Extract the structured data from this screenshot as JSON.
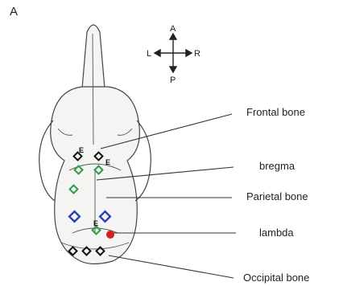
{
  "panel_label": "A",
  "orientation": {
    "anterior": "A",
    "posterior": "P",
    "left": "L",
    "right": "R"
  },
  "callouts": [
    {
      "label": "Frontal bone"
    },
    {
      "label": "bregma"
    },
    {
      "label": "Parietal bone"
    },
    {
      "label": "lambda"
    },
    {
      "label": "Occipital bone"
    }
  ],
  "electrode_marker": "E",
  "colors": {
    "black_marker": "#111111",
    "green_marker": "#2e9c45",
    "blue_marker": "#2c3db3",
    "red_marker": "#d42020",
    "line": "#333333"
  }
}
